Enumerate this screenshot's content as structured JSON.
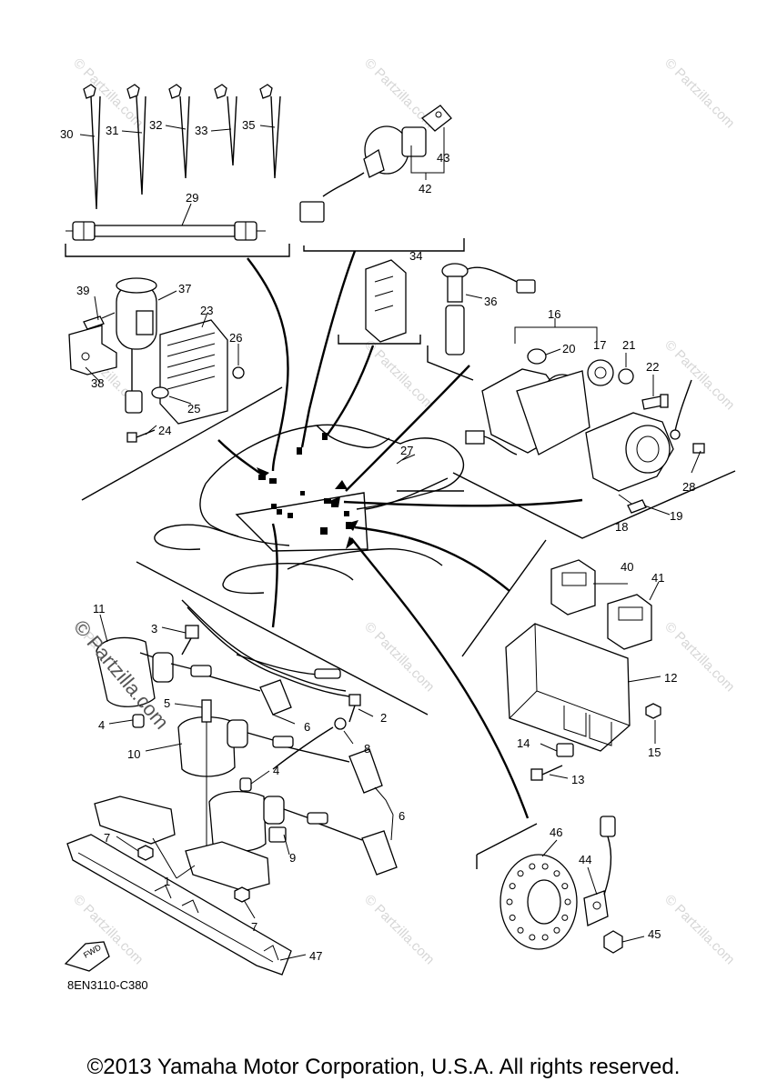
{
  "diagram": {
    "code": "8EN3110-C380",
    "fwd_label": "FWD",
    "copyright": "©2013 Yamaha Motor Corporation, U.S.A. All rights reserved.",
    "watermark_big": "© Partzilla.com",
    "watermark_small": "© Partzilla.com",
    "callouts": {
      "p1": "1",
      "p2": "2",
      "p3": "3",
      "p4a": "4",
      "p4b": "4",
      "p5": "5",
      "p6a": "6",
      "p6b": "6",
      "p7a": "7",
      "p7b": "7",
      "p8": "8",
      "p9": "9",
      "p10": "10",
      "p11": "11",
      "p12": "12",
      "p13": "13",
      "p14": "14",
      "p15": "15",
      "p16": "16",
      "p17": "17",
      "p18": "18",
      "p19": "19",
      "p20": "20",
      "p21": "21",
      "p22": "22",
      "p23": "23",
      "p24": "24",
      "p25": "25",
      "p26": "26",
      "p27": "27",
      "p28": "28",
      "p29": "29",
      "p30": "30",
      "p31": "31",
      "p32": "32",
      "p33": "33",
      "p34": "34",
      "p35": "35",
      "p36": "36",
      "p37": "37",
      "p38": "38",
      "p39": "39",
      "p40": "40",
      "p41": "41",
      "p42": "42",
      "p43": "43",
      "p44": "44",
      "p45": "45",
      "p46": "46",
      "p47": "47"
    }
  }
}
